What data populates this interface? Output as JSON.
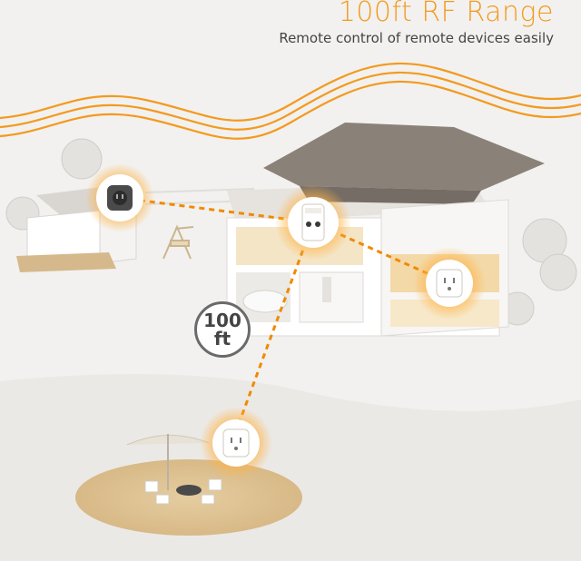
{
  "header": {
    "title": "100ft RF Range",
    "subtitle": "Remote control of remote devices easily"
  },
  "range_badge": {
    "line1": "100",
    "line2": "ft"
  },
  "colors": {
    "accent": "#f39a1e",
    "glow": "#ffb347",
    "roof": "#8a8178",
    "wall": "#ffffff",
    "ground": "#e9e7e4",
    "deck": "#d9bd8c",
    "text": "#444444"
  },
  "icons": [
    "remote-control-icon",
    "smart-plug-icon"
  ]
}
